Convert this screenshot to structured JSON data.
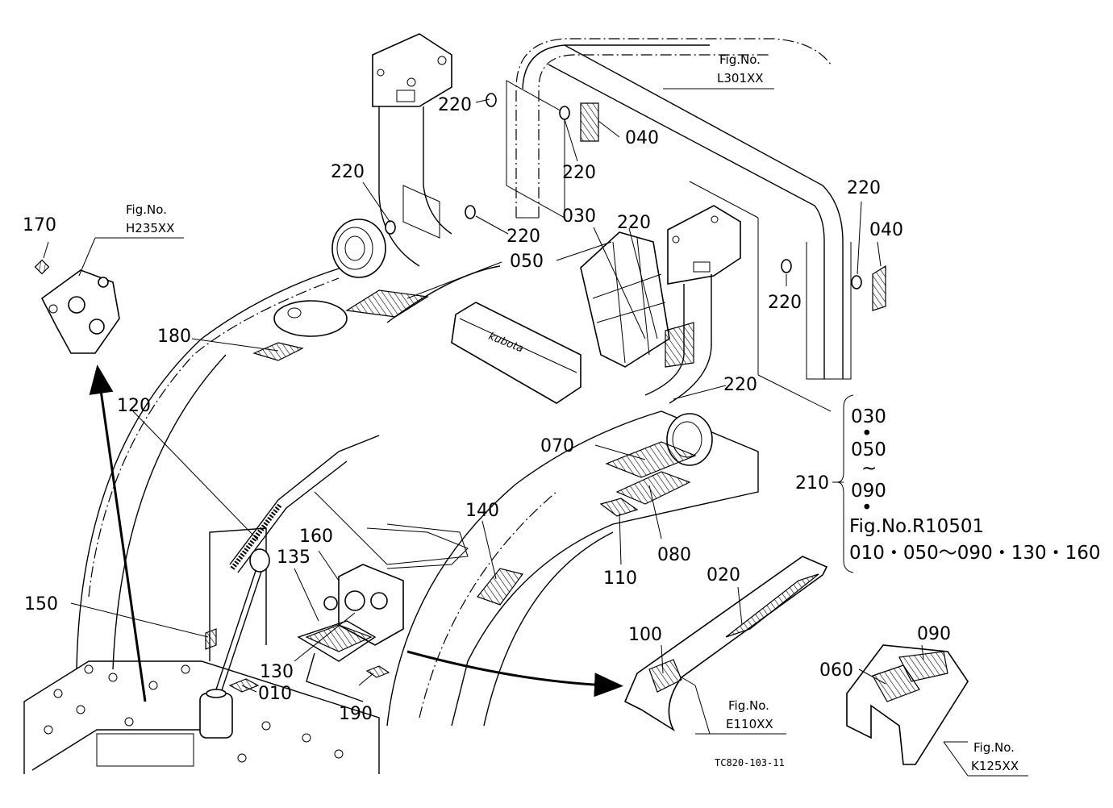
{
  "diagram": {
    "code": "TC820-103-11",
    "figure_refs": {
      "l301": {
        "title": "Fig.No.",
        "ref": "L301XX"
      },
      "h235": {
        "title": "Fig.No.",
        "ref": "H235XX"
      },
      "e110": {
        "title": "Fig.No.",
        "ref": "E110XX"
      },
      "k125": {
        "title": "Fig.No.",
        "ref": "K125XX"
      }
    },
    "callouts": {
      "c220_a": "220",
      "c220_b": "220",
      "c220_c": "220",
      "c220_d": "220",
      "c220_e": "220",
      "c220_f": "220",
      "c220_g": "220",
      "c220_h": "220",
      "c040_a": "040",
      "c040_b": "040",
      "c030": "030",
      "c050": "050",
      "c170": "170",
      "c180": "180",
      "c120": "120",
      "c070": "070",
      "c080": "080",
      "c110": "110",
      "c140": "140",
      "c160": "160",
      "c135": "135",
      "c150": "150",
      "c130": "130",
      "c010": "010",
      "c190": "190",
      "c020": "020",
      "c100": "100",
      "c090": "090",
      "c060": "060",
      "c210": "210"
    },
    "set_bracket": {
      "l1": "030",
      "dot1": "•",
      "l2": "050",
      "tilde": "~",
      "l3": "090",
      "dot2": "•",
      "l4": "Fig.No.R10501",
      "l5": "010・050～090・130・160"
    }
  }
}
